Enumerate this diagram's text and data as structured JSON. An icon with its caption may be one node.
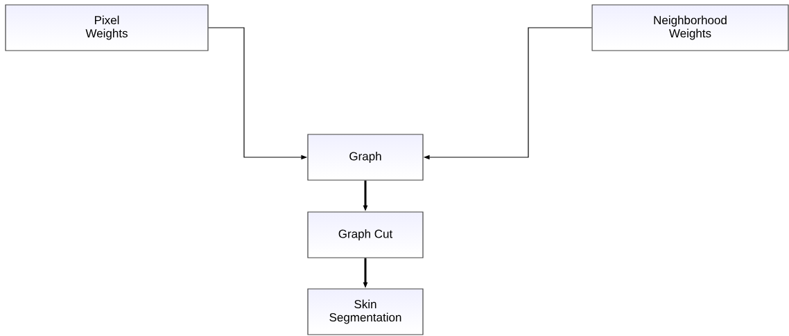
{
  "diagram": {
    "nodes": [
      {
        "text": [
          "Pixel Weights"
        ]
      },
      {
        "text": [
          "Neighborhood Weights"
        ]
      },
      {
        "text": [
          "Graph"
        ]
      },
      {
        "text": [
          "Graph Cut"
        ]
      },
      {
        "text": [
          "Skin Segmentation"
        ]
      }
    ],
    "edges": [
      {
        "from": 0,
        "to": 2,
        "arrow": "to"
      },
      {
        "from": 1,
        "to": 2,
        "arrow": "to"
      },
      {
        "from": 2,
        "to": 3,
        "arrow": "to",
        "style": "thick"
      },
      {
        "from": 3,
        "to": 4,
        "arrow": "to",
        "style": "thick"
      }
    ]
  }
}
